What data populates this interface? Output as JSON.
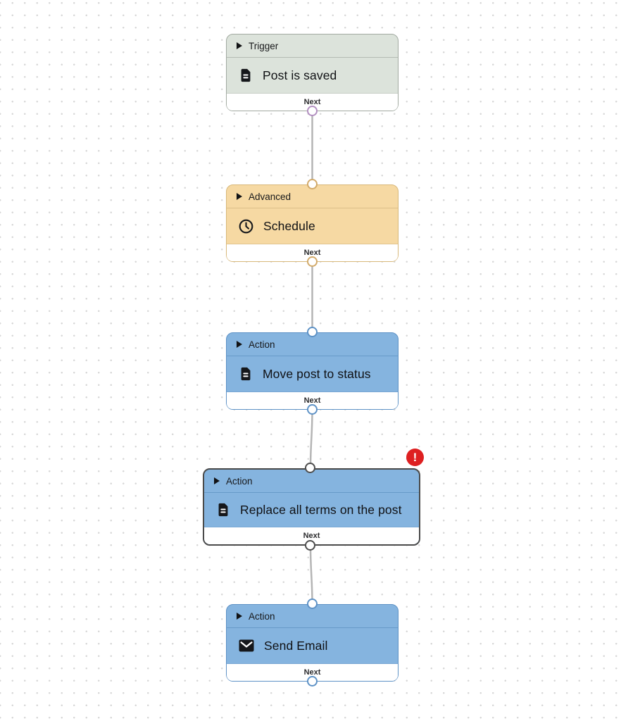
{
  "canvas": {
    "background": "#ffffff",
    "dot_color": "#d7d7d7"
  },
  "colors": {
    "trigger_fill": "#dce3db",
    "trigger_border": "#a2aaa1",
    "trigger_port": "#b28fc0",
    "advanced_fill": "#f6d9a3",
    "advanced_border": "#d8b87a",
    "advanced_port": "#d2aa6a",
    "action_fill": "#85b4df",
    "action_border": "#5e92c6",
    "action_port": "#5e92c6",
    "selected_border": "#4a4a4a",
    "connector": "#b5b5b5",
    "error_badge_bg": "#de2021",
    "footer_bg": "#ffffff"
  },
  "nodes": [
    {
      "category": "Trigger",
      "title": "Post is saved",
      "icon": "document-icon",
      "footer_label": "Next",
      "selected": false,
      "has_error": false
    },
    {
      "category": "Advanced",
      "title": "Schedule",
      "icon": "clock-icon",
      "footer_label": "Next",
      "selected": false,
      "has_error": false
    },
    {
      "category": "Action",
      "title": "Move post to status",
      "icon": "document-icon",
      "footer_label": "Next",
      "selected": false,
      "has_error": false
    },
    {
      "category": "Action",
      "title": "Replace all terms on the post",
      "icon": "document-icon",
      "footer_label": "Next",
      "selected": true,
      "has_error": true,
      "error_badge": "!"
    },
    {
      "category": "Action",
      "title": "Send Email",
      "icon": "mail-icon",
      "footer_label": "Next",
      "selected": false,
      "has_error": false
    }
  ],
  "connections": [
    {
      "from": "Post is saved",
      "to": "Schedule"
    },
    {
      "from": "Schedule",
      "to": "Move post to status"
    },
    {
      "from": "Move post to status",
      "to": "Replace all terms on the post"
    },
    {
      "from": "Replace all terms on the post",
      "to": "Send Email"
    }
  ]
}
